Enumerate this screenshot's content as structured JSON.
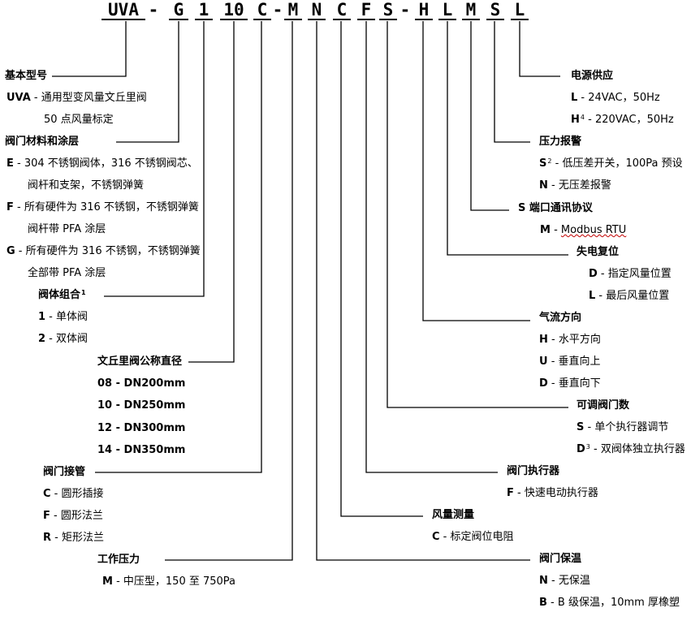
{
  "model_code": [
    {
      "id": "uva",
      "text": "UVA"
    },
    {
      "id": "d1",
      "text": "-"
    },
    {
      "id": "g",
      "text": "G"
    },
    {
      "id": "one",
      "text": "1"
    },
    {
      "id": "ten",
      "text": "10"
    },
    {
      "id": "c1",
      "text": "C"
    },
    {
      "id": "d2",
      "text": "-"
    },
    {
      "id": "m",
      "text": "M"
    },
    {
      "id": "n1",
      "text": "N"
    },
    {
      "id": "c2",
      "text": "C"
    },
    {
      "id": "f",
      "text": "F"
    },
    {
      "id": "s1",
      "text": "S"
    },
    {
      "id": "d3",
      "text": "-"
    },
    {
      "id": "h",
      "text": "H"
    },
    {
      "id": "l1",
      "text": "L"
    },
    {
      "id": "m2",
      "text": "M"
    },
    {
      "id": "s2",
      "text": "S"
    },
    {
      "id": "l2",
      "text": "L"
    }
  ],
  "left": {
    "basic_model": {
      "title": "基本型号",
      "items": [
        {
          "code": "UVA",
          "sep": " - ",
          "text": "通用型变风量文丘里阀"
        },
        {
          "code": "",
          "sep": "",
          "text": "50 点风量标定"
        }
      ]
    },
    "material": {
      "title": "阀门材料和涂层",
      "items": [
        {
          "code": "E",
          "sep": " - ",
          "text": "304 不锈钢阀体，316 不锈钢阀芯、"
        },
        {
          "code": "",
          "sep": "",
          "text": "阀杆和支架，不锈钢弹簧"
        },
        {
          "code": "F",
          "sep": " - ",
          "text": "所有硬件为 316 不锈钢，不锈钢弹簧"
        },
        {
          "code": "",
          "sep": "",
          "text": "阀杆带 PFA 涂层"
        },
        {
          "code": "G",
          "sep": " - ",
          "text": "所有硬件为 316 不锈钢，不锈钢弹簧"
        },
        {
          "code": "",
          "sep": "",
          "text": "全部带 PFA 涂层"
        }
      ]
    },
    "combination": {
      "title": "阀体组合",
      "sup": "1",
      "items": [
        {
          "code": "1",
          "sep": " - ",
          "text": "单体阀"
        },
        {
          "code": "2",
          "sep": " - ",
          "text": "双体阀"
        }
      ]
    },
    "diameter": {
      "title": "文丘里阀公称直径",
      "items": [
        {
          "code": "08",
          "sep": " - ",
          "text": "DN200mm"
        },
        {
          "code": "10",
          "sep": " - ",
          "text": "DN250mm"
        },
        {
          "code": "12",
          "sep": " - ",
          "text": "DN300mm"
        },
        {
          "code": "14",
          "sep": " - ",
          "text": "DN350mm"
        }
      ]
    },
    "connection": {
      "title": "阀门接管",
      "items": [
        {
          "code": "C",
          "sep": " - ",
          "text": "圆形插接"
        },
        {
          "code": "F",
          "sep": " - ",
          "text": "圆形法兰"
        },
        {
          "code": "R",
          "sep": " - ",
          "text": "矩形法兰"
        }
      ]
    },
    "pressure": {
      "title": "工作压力",
      "items": [
        {
          "code": "M",
          "sep": " - ",
          "text": "中压型，150 至 750Pa"
        }
      ]
    }
  },
  "right": {
    "power": {
      "title": "电源供应",
      "items": [
        {
          "code": "L",
          "sup": "",
          "sep": " - ",
          "text": "24VAC，50Hz"
        },
        {
          "code": "H",
          "sup": "4",
          "sep": " - ",
          "text": "220VAC，50Hz"
        }
      ]
    },
    "alarm": {
      "title": "压力报警",
      "items": [
        {
          "code": "S",
          "sup": "2",
          "sep": " - ",
          "text": "低压差开关，100Pa 预设"
        },
        {
          "code": "N",
          "sup": "",
          "sep": " - ",
          "text": "无压差报警"
        }
      ]
    },
    "comm": {
      "title": "S 端口通讯协议",
      "items": [
        {
          "code": "M",
          "sup": "",
          "sep": " - ",
          "text": "Modbus RTU"
        }
      ]
    },
    "failsafe": {
      "title": "失电复位",
      "items": [
        {
          "code": "D",
          "sup": "",
          "sep": " - ",
          "text": "指定风量位置"
        },
        {
          "code": "L",
          "sup": "",
          "sep": " - ",
          "text": "最后风量位置"
        }
      ]
    },
    "airflow": {
      "title": "气流方向",
      "items": [
        {
          "code": "H",
          "sup": "",
          "sep": " - ",
          "text": "水平方向"
        },
        {
          "code": "U",
          "sup": "",
          "sep": " - ",
          "text": "垂直向上"
        },
        {
          "code": "D",
          "sup": "",
          "sep": " - ",
          "text": "垂直向下"
        }
      ]
    },
    "adjustable": {
      "title": "可调阀门数",
      "items": [
        {
          "code": "S",
          "sup": "",
          "sep": " - ",
          "text": "单个执行器调节"
        },
        {
          "code": "D",
          "sup": "3",
          "sep": " - ",
          "text": "双阀体独立执行器"
        }
      ]
    },
    "actuator": {
      "title": "阀门执行器",
      "items": [
        {
          "code": "F",
          "sup": "",
          "sep": " - ",
          "text": "快速电动执行器"
        }
      ]
    },
    "measurement": {
      "title": "风量测量",
      "items": [
        {
          "code": "C",
          "sup": "",
          "sep": " - ",
          "text": "标定阀位电阻"
        }
      ]
    },
    "insulation": {
      "title": "阀门保温",
      "items": [
        {
          "code": "N",
          "sup": "",
          "sep": " - ",
          "text": "无保温"
        },
        {
          "code": "B",
          "sup": "",
          "sep": " - ",
          "text": "B 级保温，10mm 厚橡塑"
        }
      ]
    }
  }
}
